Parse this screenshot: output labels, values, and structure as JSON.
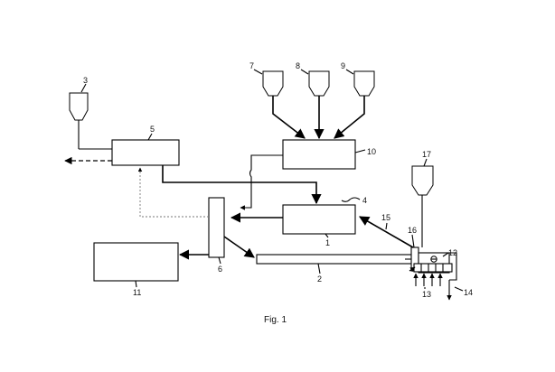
{
  "figure": {
    "caption": "Fig. 1"
  },
  "labels": {
    "n1": "1",
    "n2": "2",
    "n3": "3",
    "n4": "4",
    "n5": "5",
    "n6": "6",
    "n7": "7",
    "n8": "8",
    "n9": "9",
    "n10": "10",
    "n11": "11",
    "n12": "12",
    "n13": "13",
    "n14": "14",
    "n15": "15",
    "n16": "16",
    "n17": "17"
  }
}
